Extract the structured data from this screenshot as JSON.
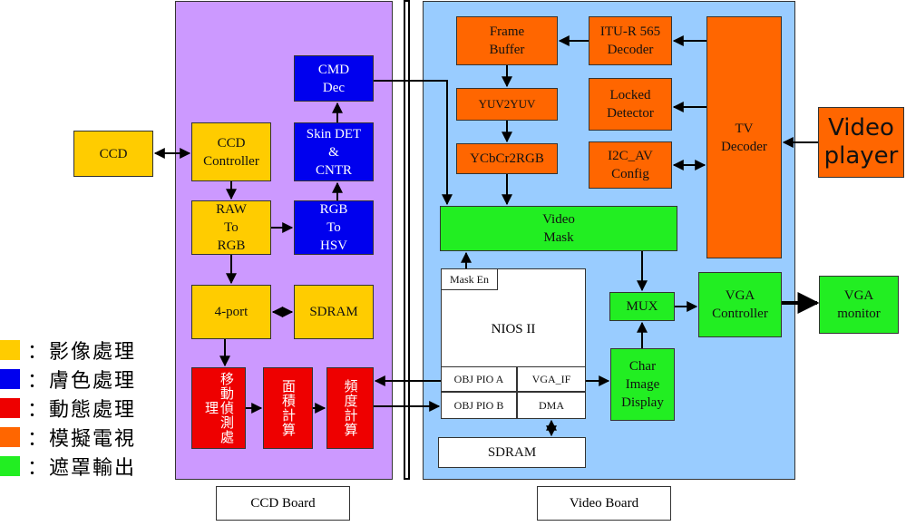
{
  "boards": {
    "ccd_board": "CCD Board",
    "video_board": "Video Board"
  },
  "nodes": {
    "ccd": "CCD",
    "ccd_controller": "CCD\nController",
    "raw_to_rgb": "RAW\nTo\nRGB",
    "rgb_to_hsv": "RGB\nTo\nHSV",
    "skin_det": "Skin DET\n&\nCNTR",
    "cmd_dec": "CMD\nDec",
    "four_port": "4-port",
    "sdram_ccd": "SDRAM",
    "motion_detect": "移動偵測處理",
    "area_calc": "面積計算",
    "freq_calc": "頻度計算",
    "frame_buffer": "Frame\nBuffer",
    "itu_decoder": "ITU-R 565\nDecoder",
    "yuv2yuv": "YUV2YUV",
    "locked_detector": "Locked\nDetector",
    "ycbcr2rgb": "YCbCr2RGB",
    "i2c_av_config": "I2C_AV\nConfig",
    "tv_decoder": "TV\nDecoder",
    "video_player": "Video\nplayer",
    "video_mask": "Video\nMask",
    "nios_ii": "NIOS II",
    "mask_en": "Mask En",
    "obj_pio_a": "OBJ PIO A",
    "obj_pio_b": "OBJ PIO B",
    "vga_if": "VGA_IF",
    "dma": "DMA",
    "mux": "MUX",
    "char_image_display": "Char\nImage\nDisplay",
    "vga_controller": "VGA\nController",
    "vga_monitor": "VGA\nmonitor",
    "sdram_video": "SDRAM"
  },
  "legend": [
    {
      "color": "#ffcc00",
      "label": "：影像處理"
    },
    {
      "color": "#0000ee",
      "label": "：膚色處理"
    },
    {
      "color": "#ee0000",
      "label": "：動態處理"
    },
    {
      "color": "#ff6600",
      "label": "：模擬電視"
    },
    {
      "color": "#22ee22",
      "label": "：遮罩輸出"
    }
  ],
  "colors": {
    "ccd_board_bg": "#cc99ff",
    "video_board_bg": "#99ccff"
  }
}
